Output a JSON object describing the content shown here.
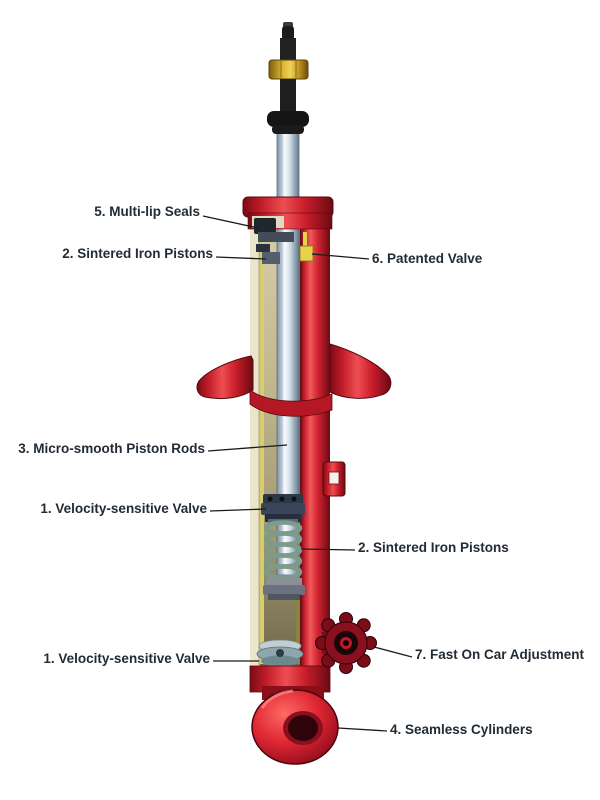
{
  "page": {
    "background": "#ffffff"
  },
  "diagram": {
    "type": "technical-cutaway",
    "subject": "Shock absorber cutaway with numbered feature callouts",
    "labels": [
      {
        "id": "multi-lip-seals",
        "text": "5. Multi-lip Seals",
        "side": "left"
      },
      {
        "id": "sintered-iron-pistons-upper",
        "text": "2. Sintered Iron Pistons",
        "side": "left"
      },
      {
        "id": "patented-valve",
        "text": "6. Patented Valve",
        "side": "right"
      },
      {
        "id": "micro-smooth-piston-rods",
        "text": "3. Micro-smooth Piston Rods",
        "side": "left"
      },
      {
        "id": "velocity-sensitive-valve-upper",
        "text": "1. Velocity-sensitive Valve",
        "side": "left"
      },
      {
        "id": "sintered-iron-pistons-lower",
        "text": "2. Sintered Iron Pistons",
        "side": "right"
      },
      {
        "id": "velocity-sensitive-valve-lower",
        "text": "1. Velocity-sensitive Valve",
        "side": "left"
      },
      {
        "id": "fast-on-car-adjustment",
        "text": "7. Fast On Car Adjustment",
        "side": "right"
      },
      {
        "id": "seamless-cylinders",
        "text": "4. Seamless Cylinders",
        "side": "right"
      }
    ],
    "colors": {
      "label_text": "#222b36",
      "leader_line": "#1a1a1a",
      "shell_red": "#d91f2e",
      "shell_red_dark": "#6f0a12",
      "piston_rod_chrome": "#cddae4",
      "fluid_tan": "#c2b88e",
      "inner_tube_yellow": "#d6cd6e",
      "nut_brass": "#d4ac2c",
      "spring_green": "#7e9a88",
      "background": "#ffffff"
    }
  }
}
